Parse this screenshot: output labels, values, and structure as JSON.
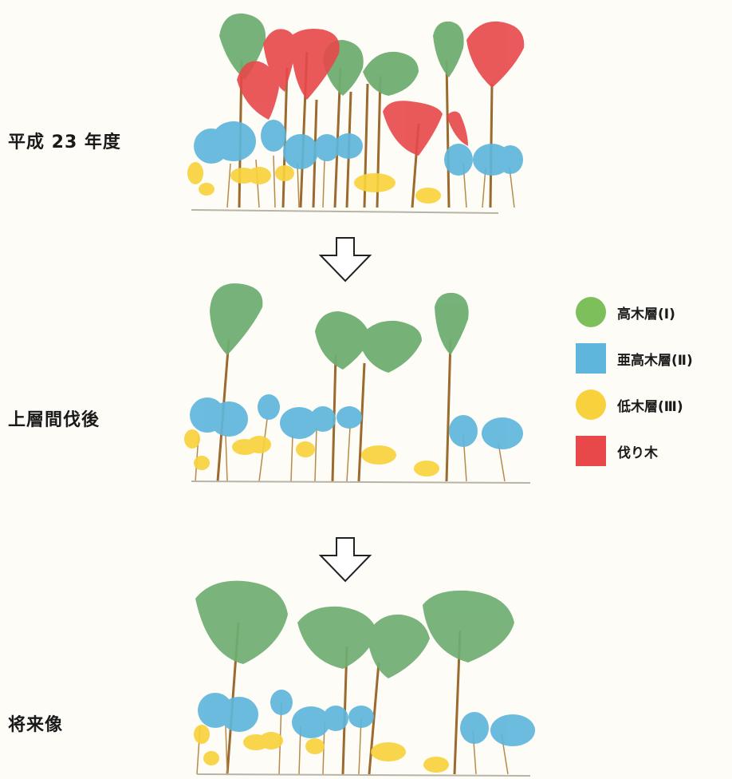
{
  "stages": [
    {
      "label": "平成 23 年度"
    },
    {
      "label": "上層間伐後"
    },
    {
      "label": "将来像"
    }
  ],
  "legend": [
    {
      "label": "高木層(Ⅰ)",
      "color": "#7dbf5a",
      "shape": "circle"
    },
    {
      "label": "亜高木層(Ⅱ)",
      "color": "#5fb6dc",
      "shape": "square"
    },
    {
      "label": "低木層(Ⅲ)",
      "color": "#f8d23c",
      "shape": "circle"
    },
    {
      "label": "伐り木",
      "color": "#e8484a",
      "shape": "square"
    }
  ],
  "colors": {
    "canopy": "#6fae72",
    "subcanopy": "#5fb6dc",
    "shrub": "#f8d23c",
    "cut": "#e8484a",
    "trunk": "#9a6a2e",
    "ground": "#b9b3a4"
  },
  "icons": {
    "arrow": "down-arrow-outline-icon"
  }
}
